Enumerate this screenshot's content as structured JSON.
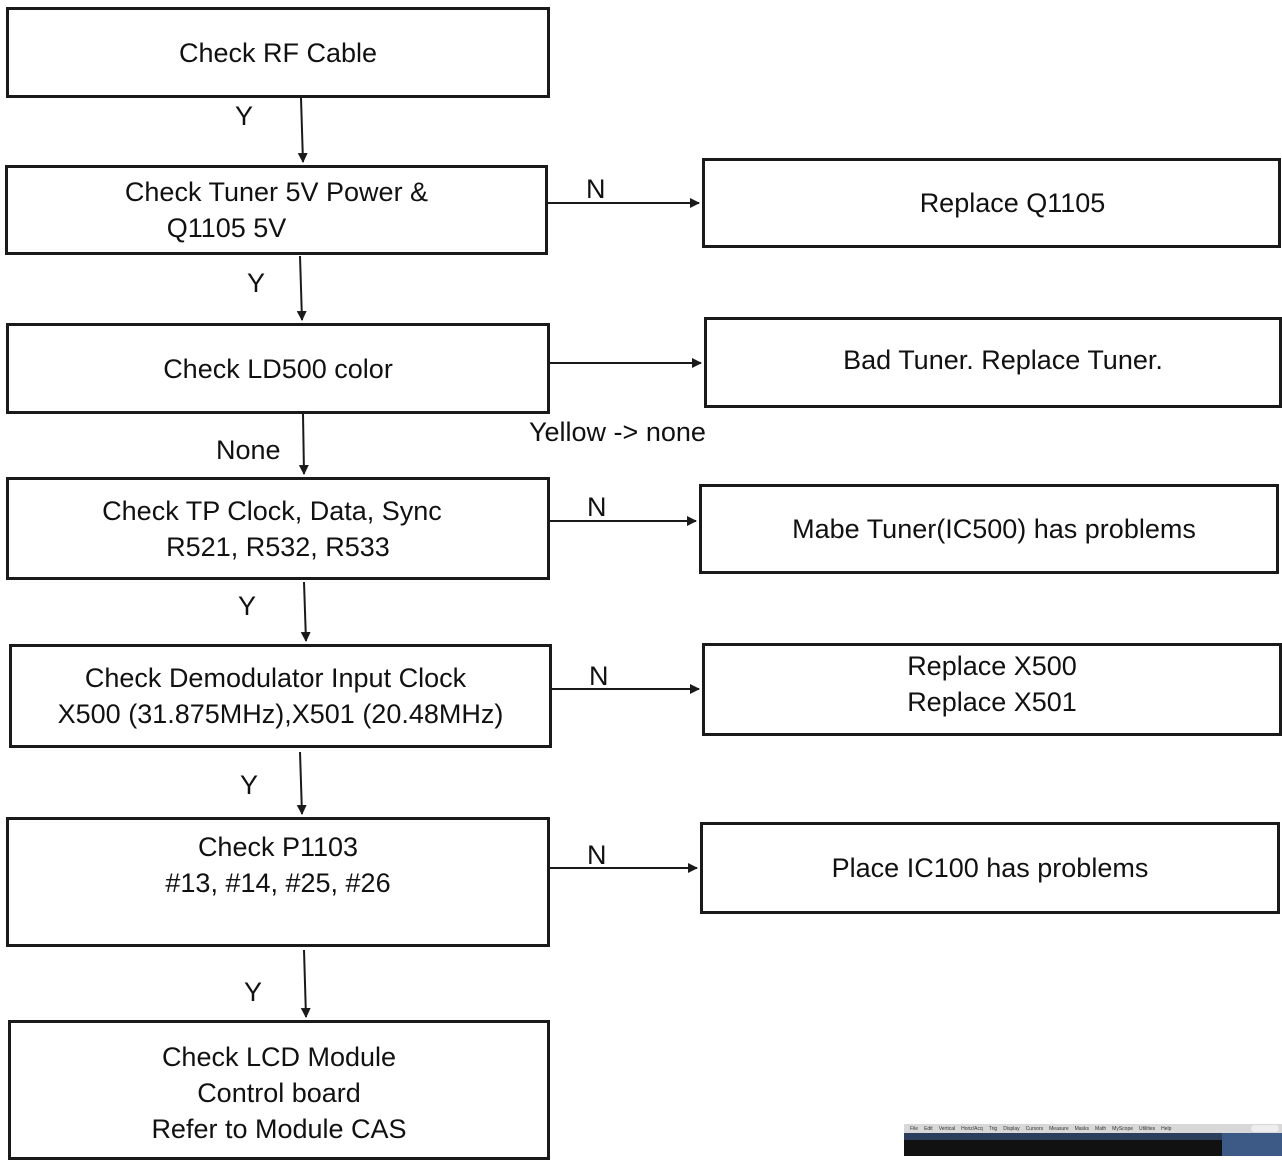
{
  "boxes": {
    "rf_cable": "Check RF Cable",
    "tuner_power": [
      "Check Tuner 5V Power &",
      "Q1105 5V"
    ],
    "replace_q1105": "Replace Q1105",
    "ld500": "Check LD500 color",
    "bad_tuner": "Bad Tuner. Replace Tuner.",
    "tp_clock": [
      "Check TP Clock, Data, Sync",
      "R521, R532, R533"
    ],
    "mabe_tuner": "Mabe Tuner(IC500) has problems",
    "demod_clock": [
      "Check Demodulator Input Clock",
      "X500 (31.875MHz),X501 (20.48MHz)"
    ],
    "replace_x": [
      "Replace X500",
      "Replace X501"
    ],
    "p1103": [
      "Check P1103",
      "#13, #14, #25, #26"
    ],
    "place_ic100": "Place IC100 has problems",
    "lcd_module": [
      "Check LCD Module",
      "Control board",
      "Refer to Module CAS"
    ]
  },
  "labels": {
    "y1": "Y",
    "y2": "Y",
    "n1": "N",
    "none": "None",
    "yellow": "Yellow -> none",
    "n2": "N",
    "y3": "Y",
    "n3": "N",
    "y4": "Y",
    "n4": "N",
    "y5": "Y"
  },
  "thumbnail_menu": [
    "File",
    "Edit",
    "Vertical",
    "Horiz/Acq",
    "Trig",
    "Display",
    "Cursors",
    "Measure",
    "Masks",
    "Math",
    "MyScope",
    "Utilities",
    "Help"
  ]
}
